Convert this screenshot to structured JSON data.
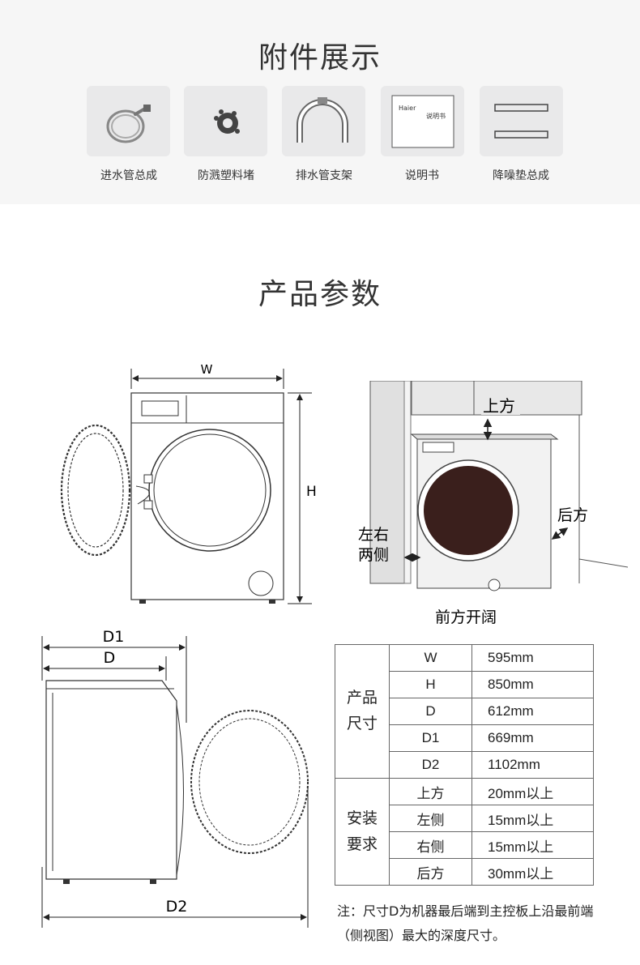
{
  "accessories": {
    "title": "附件展示",
    "items": [
      {
        "label": "进水管总成",
        "icon": "water-inlet-hose-icon"
      },
      {
        "label": "防溅塑料堵",
        "icon": "splash-plug-icon"
      },
      {
        "label": "排水管支架",
        "icon": "drain-hose-bracket-icon"
      },
      {
        "label": "说明书",
        "icon": "manual-icon",
        "icon_text": [
          "Haier",
          "说明书"
        ]
      },
      {
        "label": "降噪垫总成",
        "icon": "noise-pad-icon"
      }
    ]
  },
  "params": {
    "title": "产品参数",
    "front_diagram": {
      "width_label": "W",
      "height_label": "H"
    },
    "install_diagram": {
      "top": "上方",
      "sides": "左右\n两侧",
      "back": "后方",
      "front": "前方开阔"
    },
    "side_diagram": {
      "d1_label": "D1",
      "d_label": "D",
      "d2_label": "D2"
    },
    "table": [
      {
        "group": "产品\n尺寸",
        "rows": [
          {
            "key": "W",
            "value": "595mm"
          },
          {
            "key": "H",
            "value": "850mm"
          },
          {
            "key": "D",
            "value": "612mm"
          },
          {
            "key": "D1",
            "value": "669mm"
          },
          {
            "key": "D2",
            "value": "1102mm"
          }
        ]
      },
      {
        "group": "安装\n要求",
        "rows": [
          {
            "key": "上方",
            "value": "20mm以上"
          },
          {
            "key": "左侧",
            "value": "15mm以上"
          },
          {
            "key": "右侧",
            "value": "15mm以上"
          },
          {
            "key": "后方",
            "value": "30mm以上"
          }
        ]
      }
    ],
    "note": "注：尺寸D为机器最后端到主控板上沿最前端（侧视图）最大的深度尺寸。"
  }
}
